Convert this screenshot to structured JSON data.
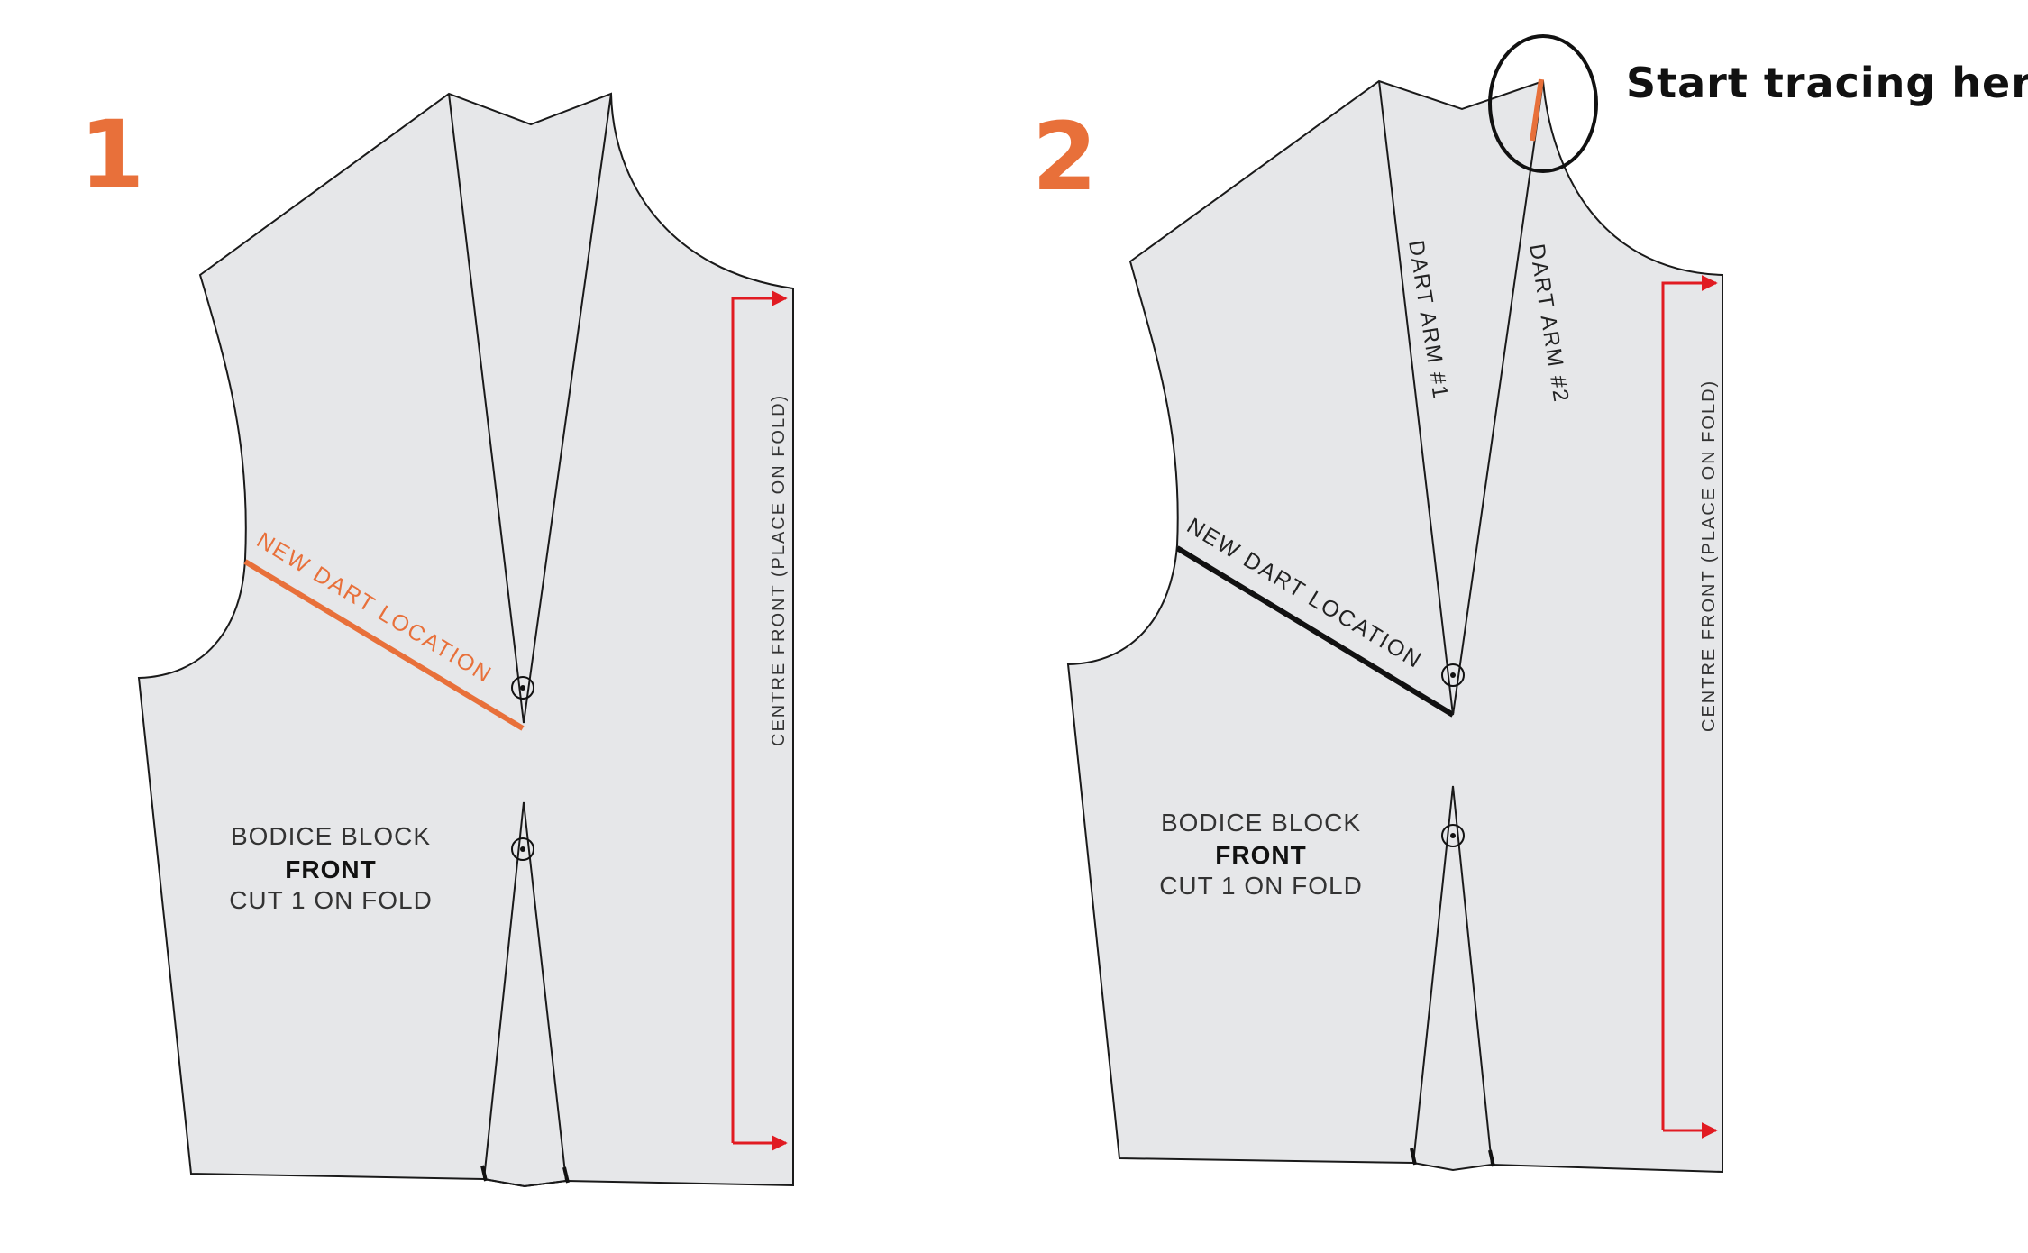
{
  "colors": {
    "accent": "#e8703a",
    "grainline": "#e11b22",
    "outline": "#1a1a1a",
    "paper": "#e6e7e9"
  },
  "step1": {
    "number": "1",
    "new_dart_label": "NEW DART LOCATION",
    "centre_front_label": "CENTRE FRONT (PLACE ON FOLD)",
    "piece_line1": "BODICE BLOCK",
    "piece_line2": "FRONT",
    "piece_line3": "CUT 1 ON FOLD"
  },
  "step2": {
    "number": "2",
    "new_dart_label": "NEW DART LOCATION",
    "centre_front_label": "CENTRE FRONT (PLACE ON FOLD)",
    "dart_arm_1": "DART ARM #1",
    "dart_arm_2": "DART ARM #2",
    "piece_line1": "BODICE BLOCK",
    "piece_line2": "FRONT",
    "piece_line3": "CUT 1 ON FOLD",
    "callout": "Start tracing here"
  }
}
